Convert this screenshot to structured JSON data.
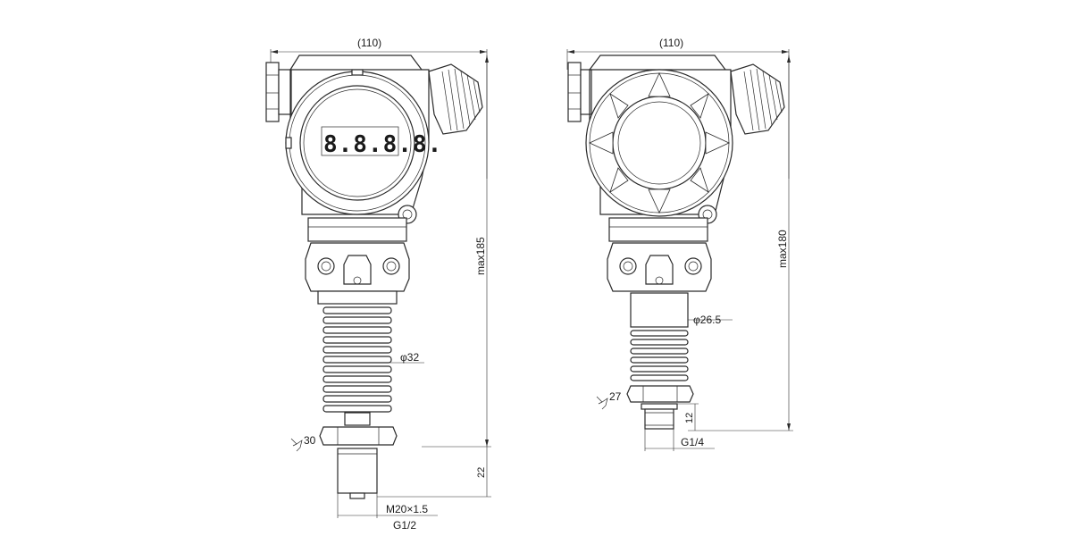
{
  "left_view": {
    "width_dim": "(110)",
    "height_dim": "max185",
    "pipe_dia": "φ32",
    "wrench": "30",
    "thread_len": "22",
    "thread_1": "M20×1.5",
    "thread_2": "G1/2",
    "display_text": "8.8.8.8."
  },
  "right_view": {
    "width_dim": "(110)",
    "height_dim": "max180",
    "neck_dia": "φ26.5",
    "wrench": "27",
    "thread_len": "12",
    "thread": "G1/4"
  }
}
